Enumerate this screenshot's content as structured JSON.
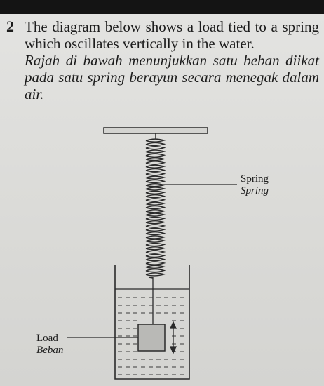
{
  "question": {
    "number": "2",
    "text_en": "The diagram below shows a load tied to a spring which oscillates vertically in the water.",
    "text_ms": "Rajah di bawah menunjukkan satu beban diikat pada satu spring berayun secara menegak dalam air."
  },
  "diagram": {
    "spring_label_en": "Spring",
    "spring_label_ms": "Spring",
    "load_label_en": "Load",
    "load_label_ms": "Beban"
  }
}
